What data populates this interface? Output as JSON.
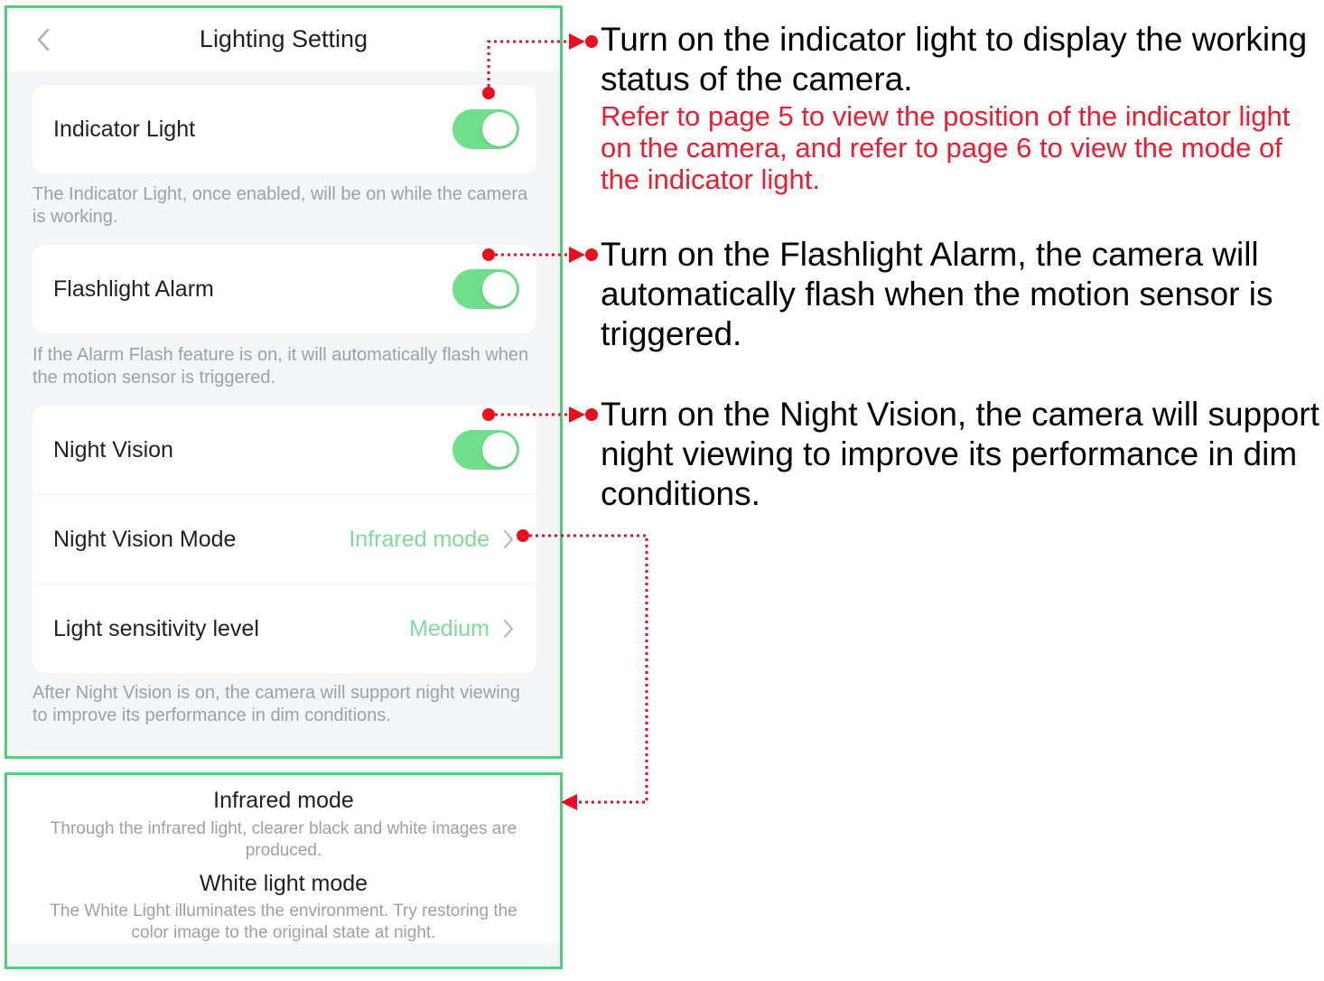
{
  "app": {
    "back_icon": "chevron-left-icon",
    "title": "Lighting Setting"
  },
  "settings": {
    "indicator_light": {
      "label": "Indicator Light",
      "enabled": true,
      "hint": "The Indicator Light, once enabled, will be on while the camera is working."
    },
    "flashlight_alarm": {
      "label": "Flashlight Alarm",
      "enabled": true,
      "hint": "If the Alarm Flash feature is on, it will automatically flash when the motion sensor is triggered."
    },
    "night_vision": {
      "label": "Night Vision",
      "enabled": true
    },
    "night_vision_mode": {
      "label": "Night Vision Mode",
      "value": "Infrared mode"
    },
    "light_sensitivity": {
      "label": "Light sensitivity level",
      "value": "Medium"
    },
    "night_hint": "After Night Vision is on, the camera will support night viewing to improve its performance in dim conditions."
  },
  "modes": [
    {
      "title": "Infrared mode",
      "desc": "Through the infrared light, clearer black and white images are produced."
    },
    {
      "title": "White light mode",
      "desc": "The White Light illuminates the environment. Try restoring the color image to the original state at night."
    }
  ],
  "annotations": {
    "indicator": "Turn on the indicator light to display the working status of the camera.",
    "indicator_note": "Refer to page 5 to view the position of the indicator light on the camera, and refer to page 6 to view the mode of the indicator light.",
    "flashlight": "Turn on the Flashlight Alarm, the camera will automatically flash when the motion sensor is triggered.",
    "night_vision": "Turn on the Night Vision, the camera will support night viewing to improve its performance in dim conditions."
  },
  "colors": {
    "frame_green": "#4fd07c",
    "toggle_on": "#6fdf8b",
    "value_green": "#7fdb98",
    "annotation_red": "#ee1c2e",
    "connector_red": "#e8101e"
  }
}
